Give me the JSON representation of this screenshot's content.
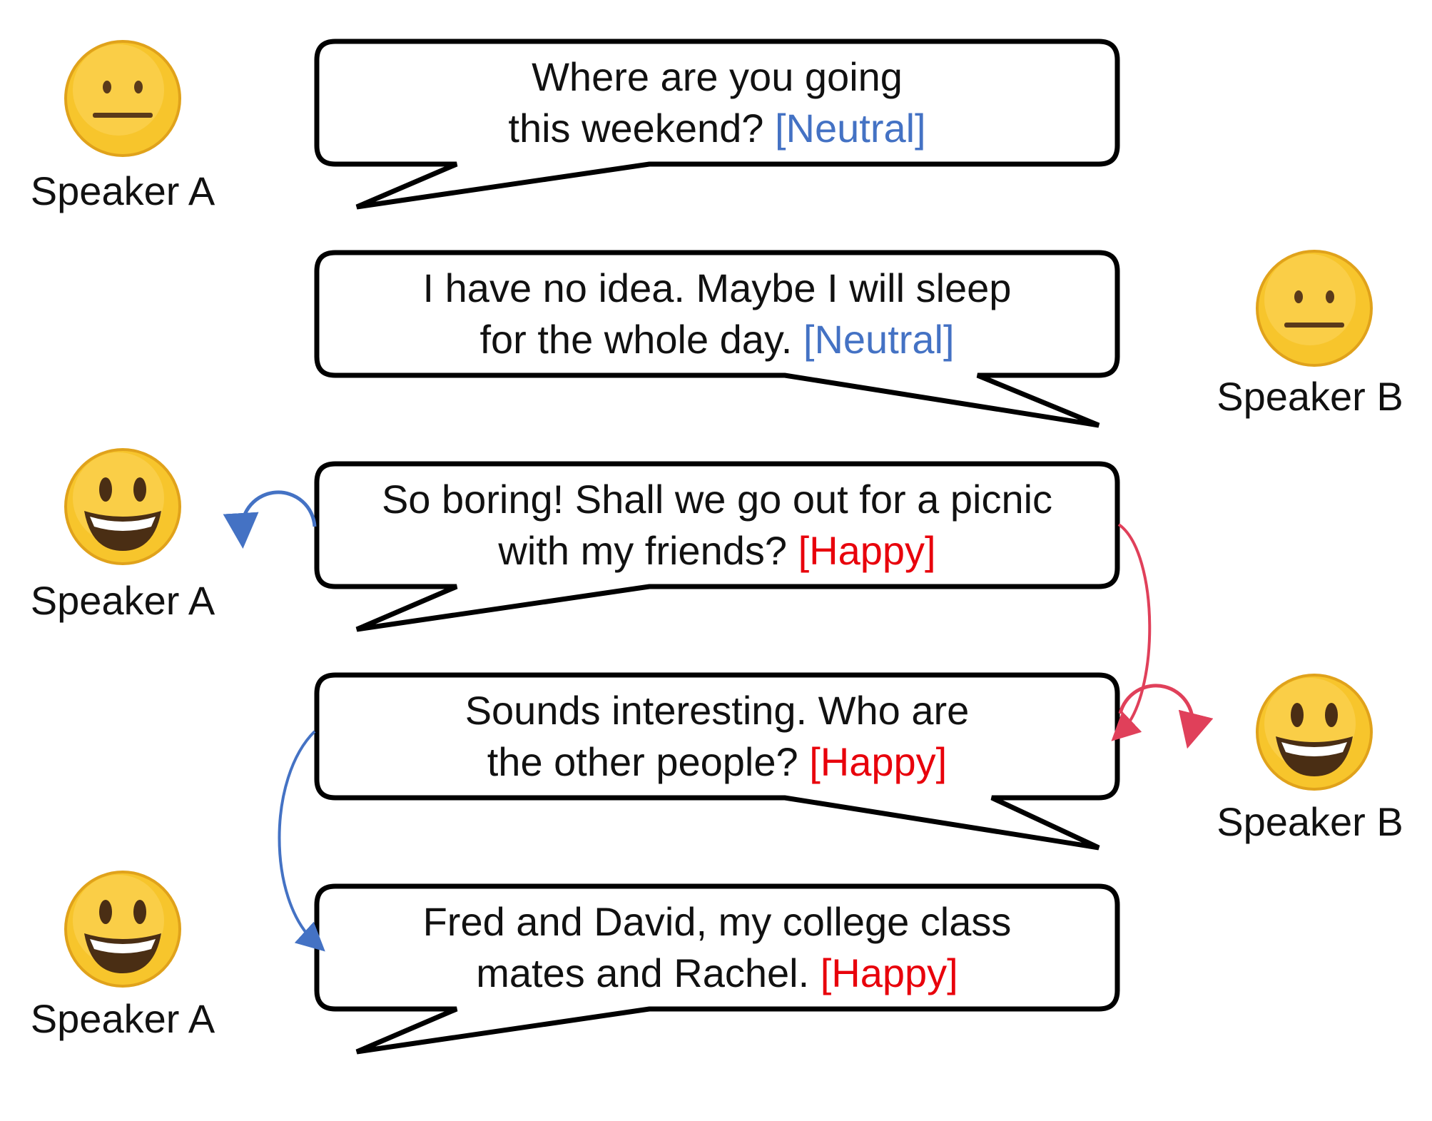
{
  "colors": {
    "neutral_tag": "#4472C4",
    "happy_tag": "#E8000B",
    "arrow_speaker_a": "#4472C4",
    "arrow_speaker_b": "#E0405A",
    "emoji_face": "#F7C52C",
    "emoji_outline": "#E0A21B",
    "bubble_stroke": "#000000"
  },
  "speakers": [
    {
      "label": "Speaker A",
      "emotion": "neutral",
      "icon": "neutral-face-icon"
    },
    {
      "label": "Speaker B",
      "emotion": "neutral",
      "icon": "neutral-face-icon"
    },
    {
      "label": "Speaker A",
      "emotion": "happy",
      "icon": "smiling-face-icon"
    },
    {
      "label": "Speaker B",
      "emotion": "happy",
      "icon": "smiling-face-icon"
    },
    {
      "label": "Speaker A",
      "emotion": "happy",
      "icon": "smiling-face-icon"
    }
  ],
  "utterances": [
    {
      "line1": "Where are you going",
      "line2": "this weekend?",
      "tag": "[Neutral]",
      "tag_type": "neutral"
    },
    {
      "line1": "I have no idea. Maybe I will sleep",
      "line2": "for the whole day.",
      "tag": "[Neutral]",
      "tag_type": "neutral"
    },
    {
      "line1": "So boring! Shall we go out for a picnic",
      "line2": "with my friends?",
      "tag": "[Happy]",
      "tag_type": "happy"
    },
    {
      "line1": "Sounds interesting. Who are",
      "line2": "the other people?",
      "tag": "[Happy]",
      "tag_type": "happy"
    },
    {
      "line1": "Fred and David, my college class",
      "line2": "mates and Rachel.",
      "tag": "[Happy]",
      "tag_type": "happy"
    }
  ]
}
